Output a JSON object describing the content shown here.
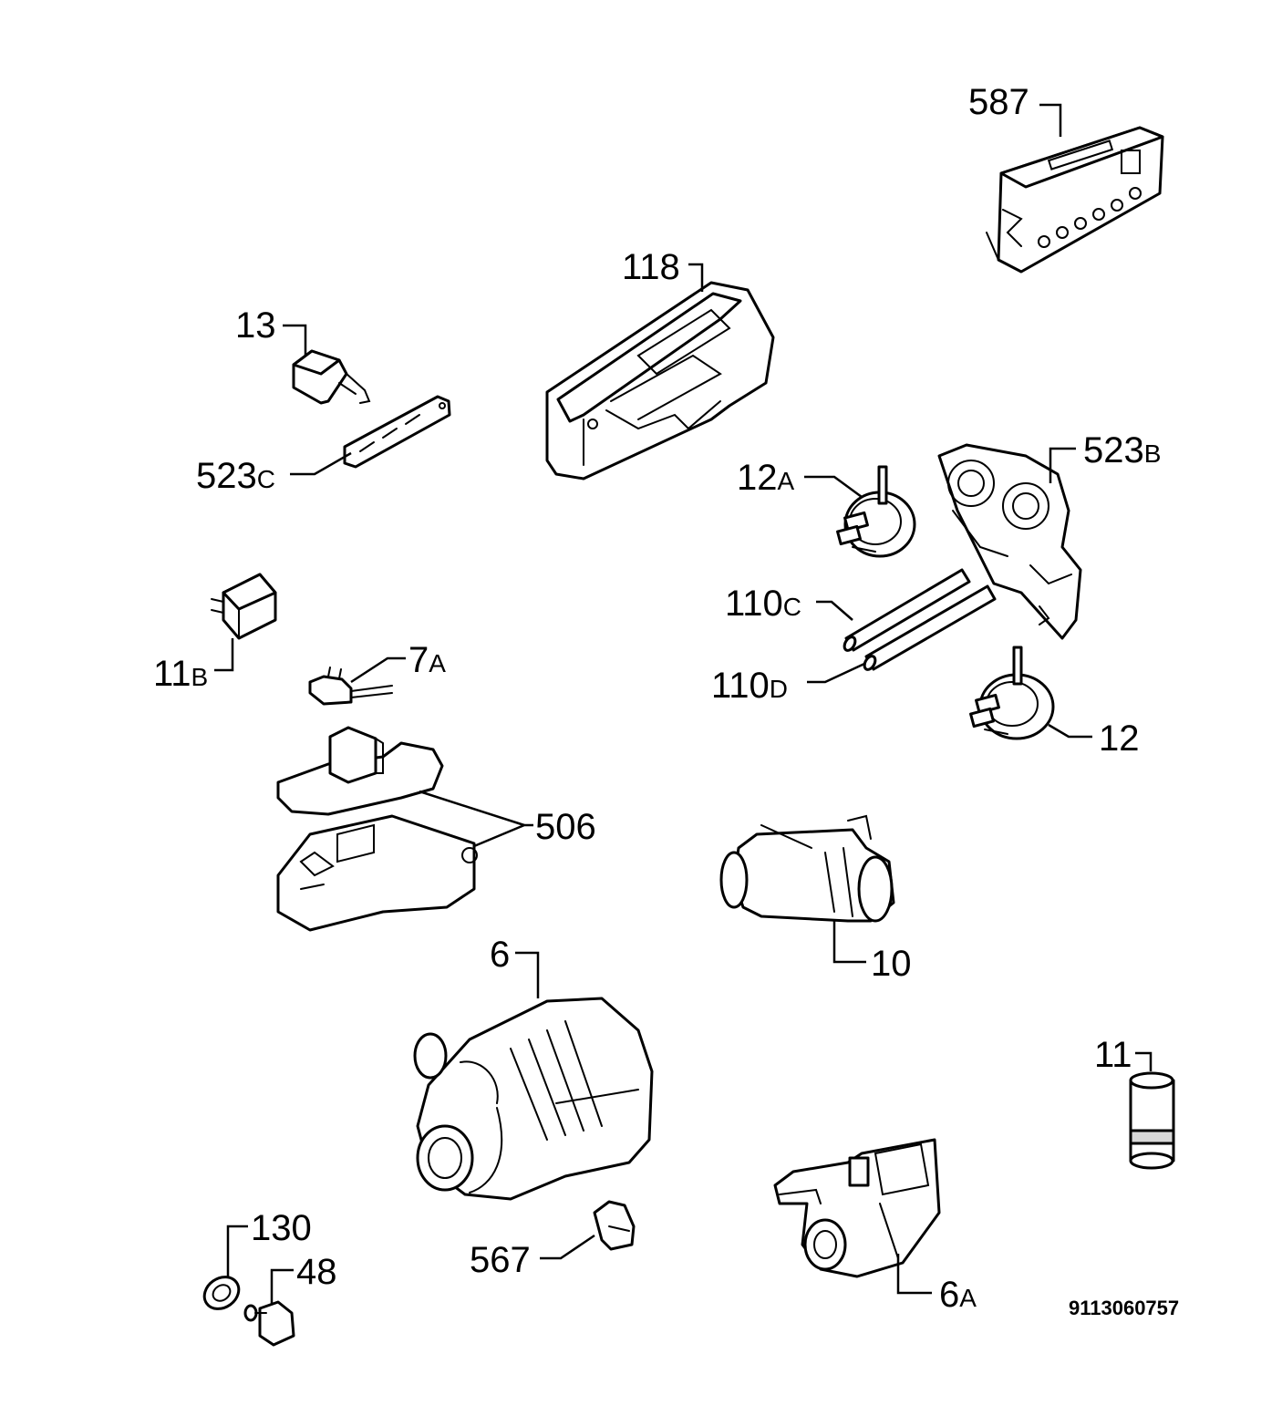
{
  "parts": {
    "p587": {
      "num": "587",
      "suffix": ""
    },
    "p118": {
      "num": "118",
      "suffix": ""
    },
    "p13": {
      "num": "13",
      "suffix": ""
    },
    "p523c": {
      "num": "523",
      "suffix": "C"
    },
    "p523b": {
      "num": "523",
      "suffix": "B"
    },
    "p12a": {
      "num": "12",
      "suffix": "A"
    },
    "p110c": {
      "num": "110",
      "suffix": "C"
    },
    "p110d": {
      "num": "110",
      "suffix": "D"
    },
    "p12": {
      "num": "12",
      "suffix": ""
    },
    "p11b": {
      "num": "11",
      "suffix": "B"
    },
    "p7a": {
      "num": "7",
      "suffix": "A"
    },
    "p506": {
      "num": "506",
      "suffix": ""
    },
    "p10": {
      "num": "10",
      "suffix": ""
    },
    "p6": {
      "num": "6",
      "suffix": ""
    },
    "p11": {
      "num": "11",
      "suffix": ""
    },
    "p130": {
      "num": "130",
      "suffix": ""
    },
    "p48": {
      "num": "48",
      "suffix": ""
    },
    "p567": {
      "num": "567",
      "suffix": ""
    },
    "p6a": {
      "num": "6",
      "suffix": "A"
    }
  },
  "reference_code": "9113060757"
}
